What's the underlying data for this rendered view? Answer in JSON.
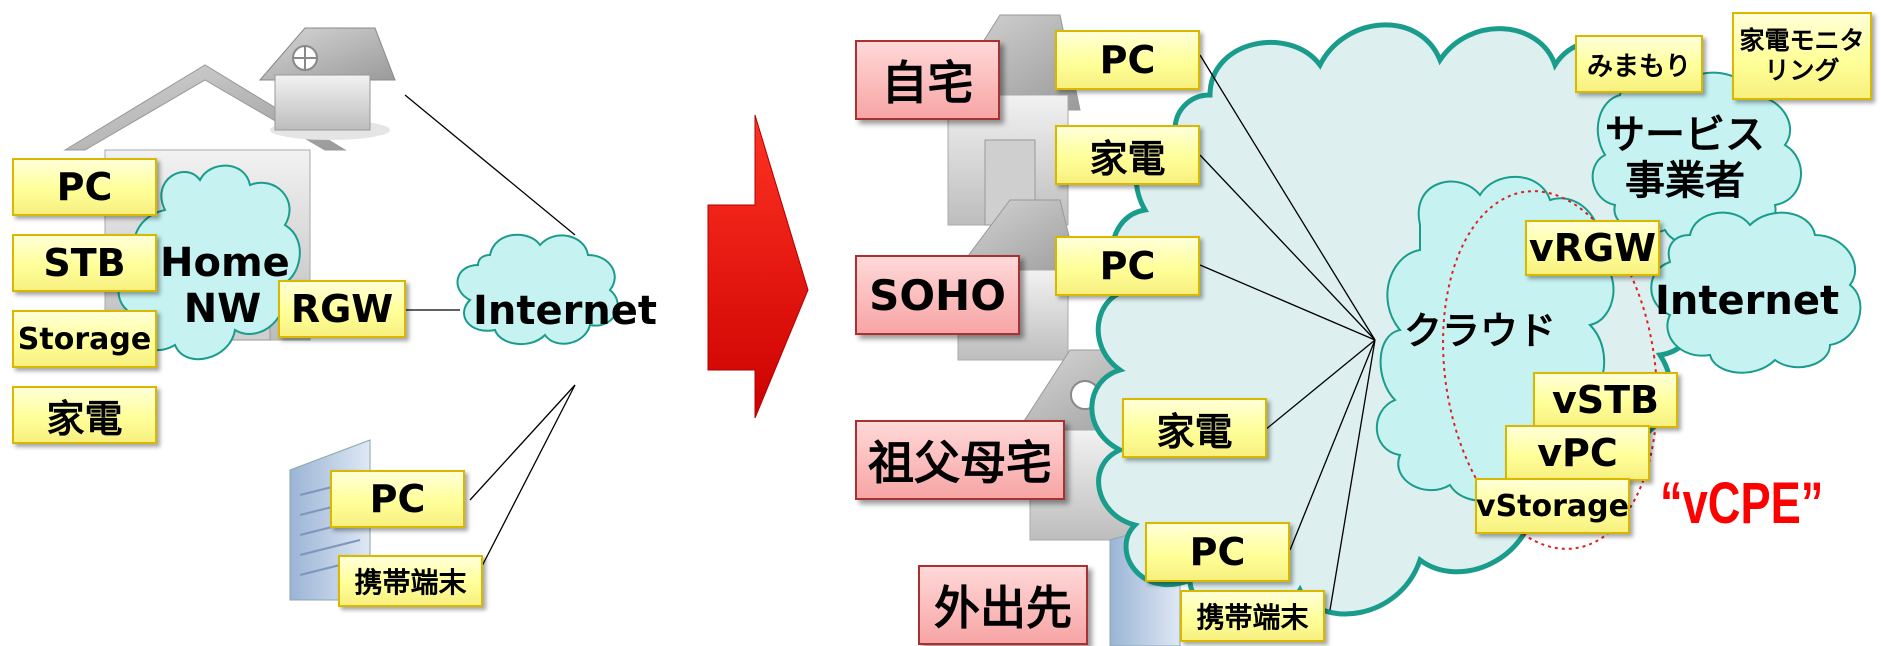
{
  "colors": {
    "cloud_fill": "#c6f2f2",
    "cloud_stroke": "#1a9c8c",
    "box_fill": "#ffff99",
    "box_stroke": "#d9b800",
    "place_fill": "#f7a5a5",
    "arrow": "#ee1100",
    "vcpe": "#ff0000"
  },
  "left": {
    "devices": [
      "PC",
      "STB",
      "Storage",
      "家電"
    ],
    "home_nw": "Home\nNW",
    "rgw": "RGW",
    "internet": "Internet",
    "office_pc": "PC",
    "mobile": "携帯端末"
  },
  "right": {
    "places": [
      "自宅",
      "SOHO",
      "祖父母宅",
      "外出先"
    ],
    "home_devices": [
      "PC",
      "家電"
    ],
    "soho_device": "PC",
    "grandparents_device": "家電",
    "outside_devices": [
      "PC",
      "携帯端末"
    ],
    "cloud": "クラウド",
    "virtual": [
      "vRGW",
      "vSTB",
      "vPC",
      "vStorage"
    ],
    "services": [
      "みまもり",
      "家電モニタ\nリング"
    ],
    "service_provider": "サービス\n事業者",
    "internet": "Internet",
    "vcpe": "“vCPE”"
  }
}
